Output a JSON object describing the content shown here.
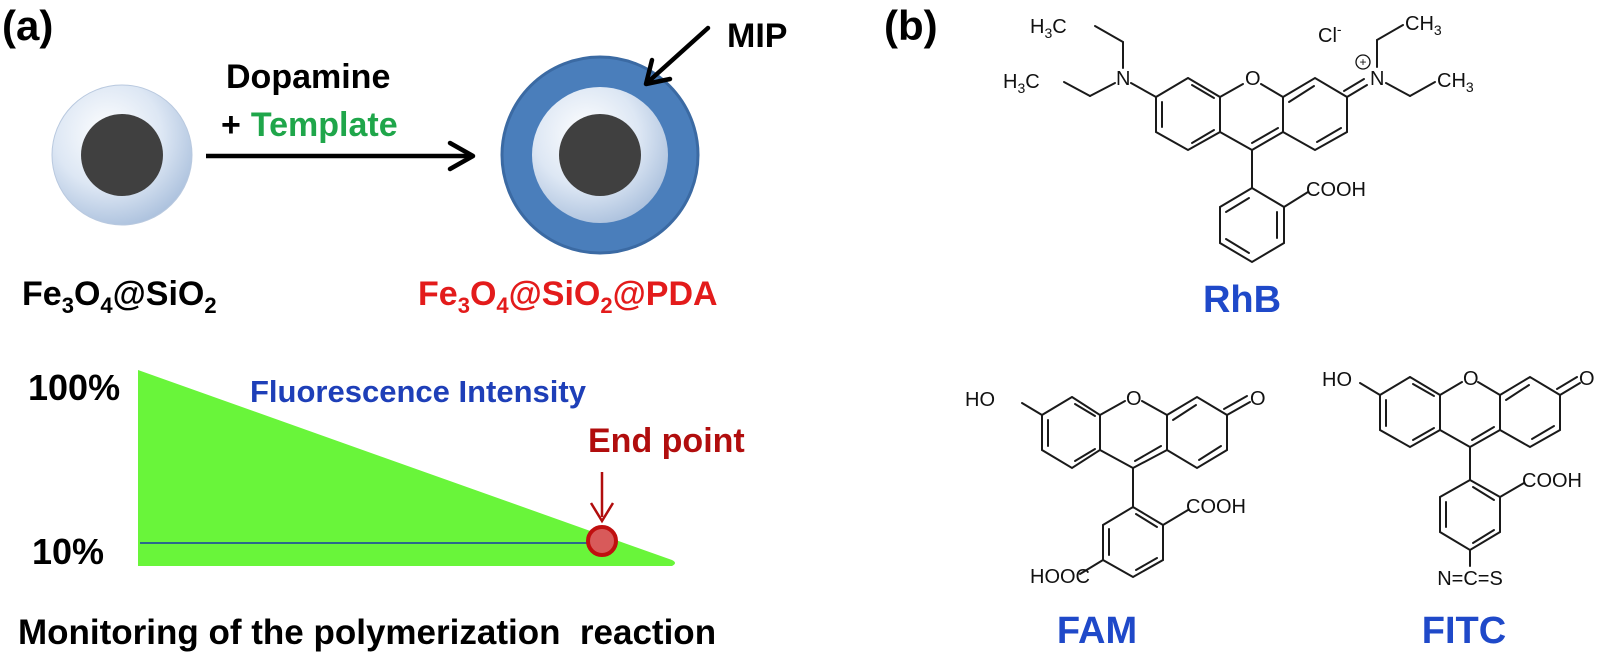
{
  "panels": {
    "a": {
      "label": "(a)",
      "reaction": {
        "reagent_line1": "Dopamine",
        "reagent_plus": "+",
        "reagent_template": "Template",
        "reactant": {
          "base": [
            "Fe",
            "3",
            "O",
            "4",
            "@SiO",
            "2"
          ]
        },
        "product": {
          "base": [
            "Fe",
            "3",
            "O",
            "4",
            "@SiO",
            "2",
            "@PDA"
          ]
        },
        "shell_label": "MIP"
      },
      "monitor_plot": {
        "y_top_label": "100%",
        "y_bottom_label": "10%",
        "series_label": "Fluorescence Intensity",
        "endpoint_label": "End point",
        "caption": "Monitoring of the polymerization  reaction"
      }
    },
    "b": {
      "label": "(b)",
      "molecules": [
        {
          "name": "RhB",
          "atoms": {
            "H3C_top": [
              "H",
              "3",
              "C"
            ],
            "H3C_left": [
              "H",
              "3",
              "C"
            ],
            "N": "N",
            "O": "O",
            "N_plus": "N",
            "plus": "+",
            "CH3_top": [
              "CH",
              "3"
            ],
            "CH3_right": [
              "CH",
              "3"
            ],
            "counterion": "Cl",
            "counterion_charge": "-",
            "COOH": "COOH"
          }
        },
        {
          "name": "FAM",
          "atoms": {
            "HO": "HO",
            "O_ring": "O",
            "O_keto": "O",
            "COOH": "COOH",
            "HOOC": "HOOC"
          }
        },
        {
          "name": "FITC",
          "atoms": {
            "HO": "HO",
            "O_ring": "O",
            "O_keto": "O",
            "COOH": "COOH",
            "NCS": "N=C=S"
          }
        }
      ]
    }
  },
  "colors": {
    "template_green": "#1fa64a",
    "product_red": "#e31b1b",
    "endpoint_darkred": "#b10d0d",
    "label_blue": "#1f49c9",
    "fluorescence_blue": "#1e3fb8",
    "triangle_green": "#69f53a",
    "mip_shell_blue": "#4a7ebb",
    "silica_shell": "#c9d9ee",
    "core_dark": "#404040"
  }
}
